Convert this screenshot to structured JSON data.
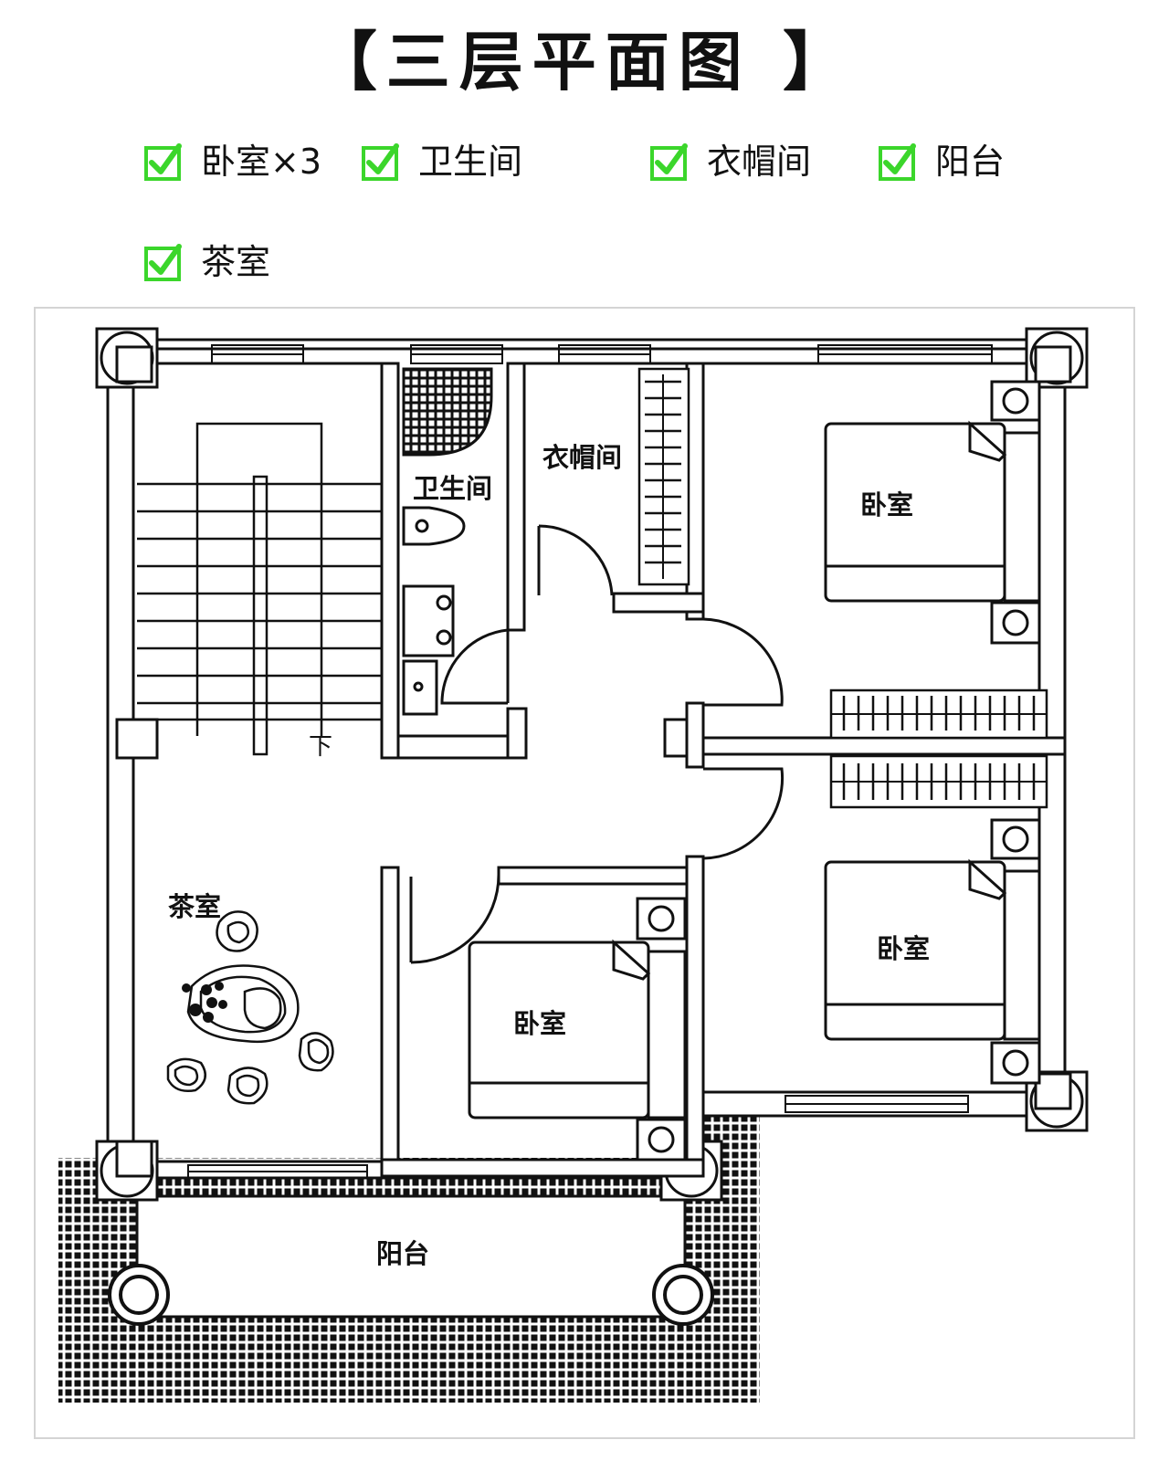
{
  "title": "【三层平面图 】",
  "features": [
    {
      "label": "卧室×3"
    },
    {
      "label": "卫生间"
    },
    {
      "label": "衣帽间"
    },
    {
      "label": "阳台"
    },
    {
      "label": "茶室"
    }
  ],
  "plan": {
    "rooms": {
      "bathroom": "卫生间",
      "closet": "衣帽间",
      "bedroom_upper_right": "卧室",
      "bedroom_lower_right": "卧室",
      "bedroom_middle": "卧室",
      "tea_room": "茶室",
      "balcony": "阳台"
    },
    "stair_direction": "下"
  },
  "colors": {
    "check_green": "#3bd62b",
    "line": "#111111",
    "frame": "#d4d4d4"
  }
}
